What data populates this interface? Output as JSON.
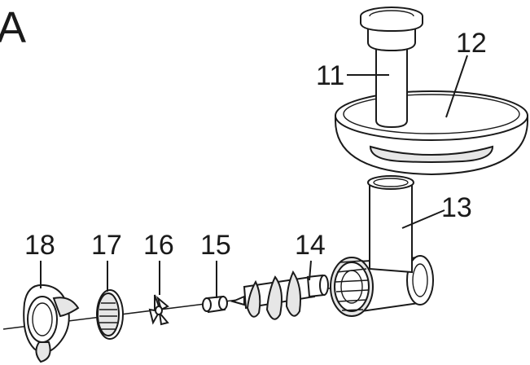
{
  "figure_label": "A",
  "callouts": {
    "c11": "11",
    "c12": "12",
    "c13": "13",
    "c14": "14",
    "c15": "15",
    "c16": "16",
    "c17": "17",
    "c18": "18"
  }
}
